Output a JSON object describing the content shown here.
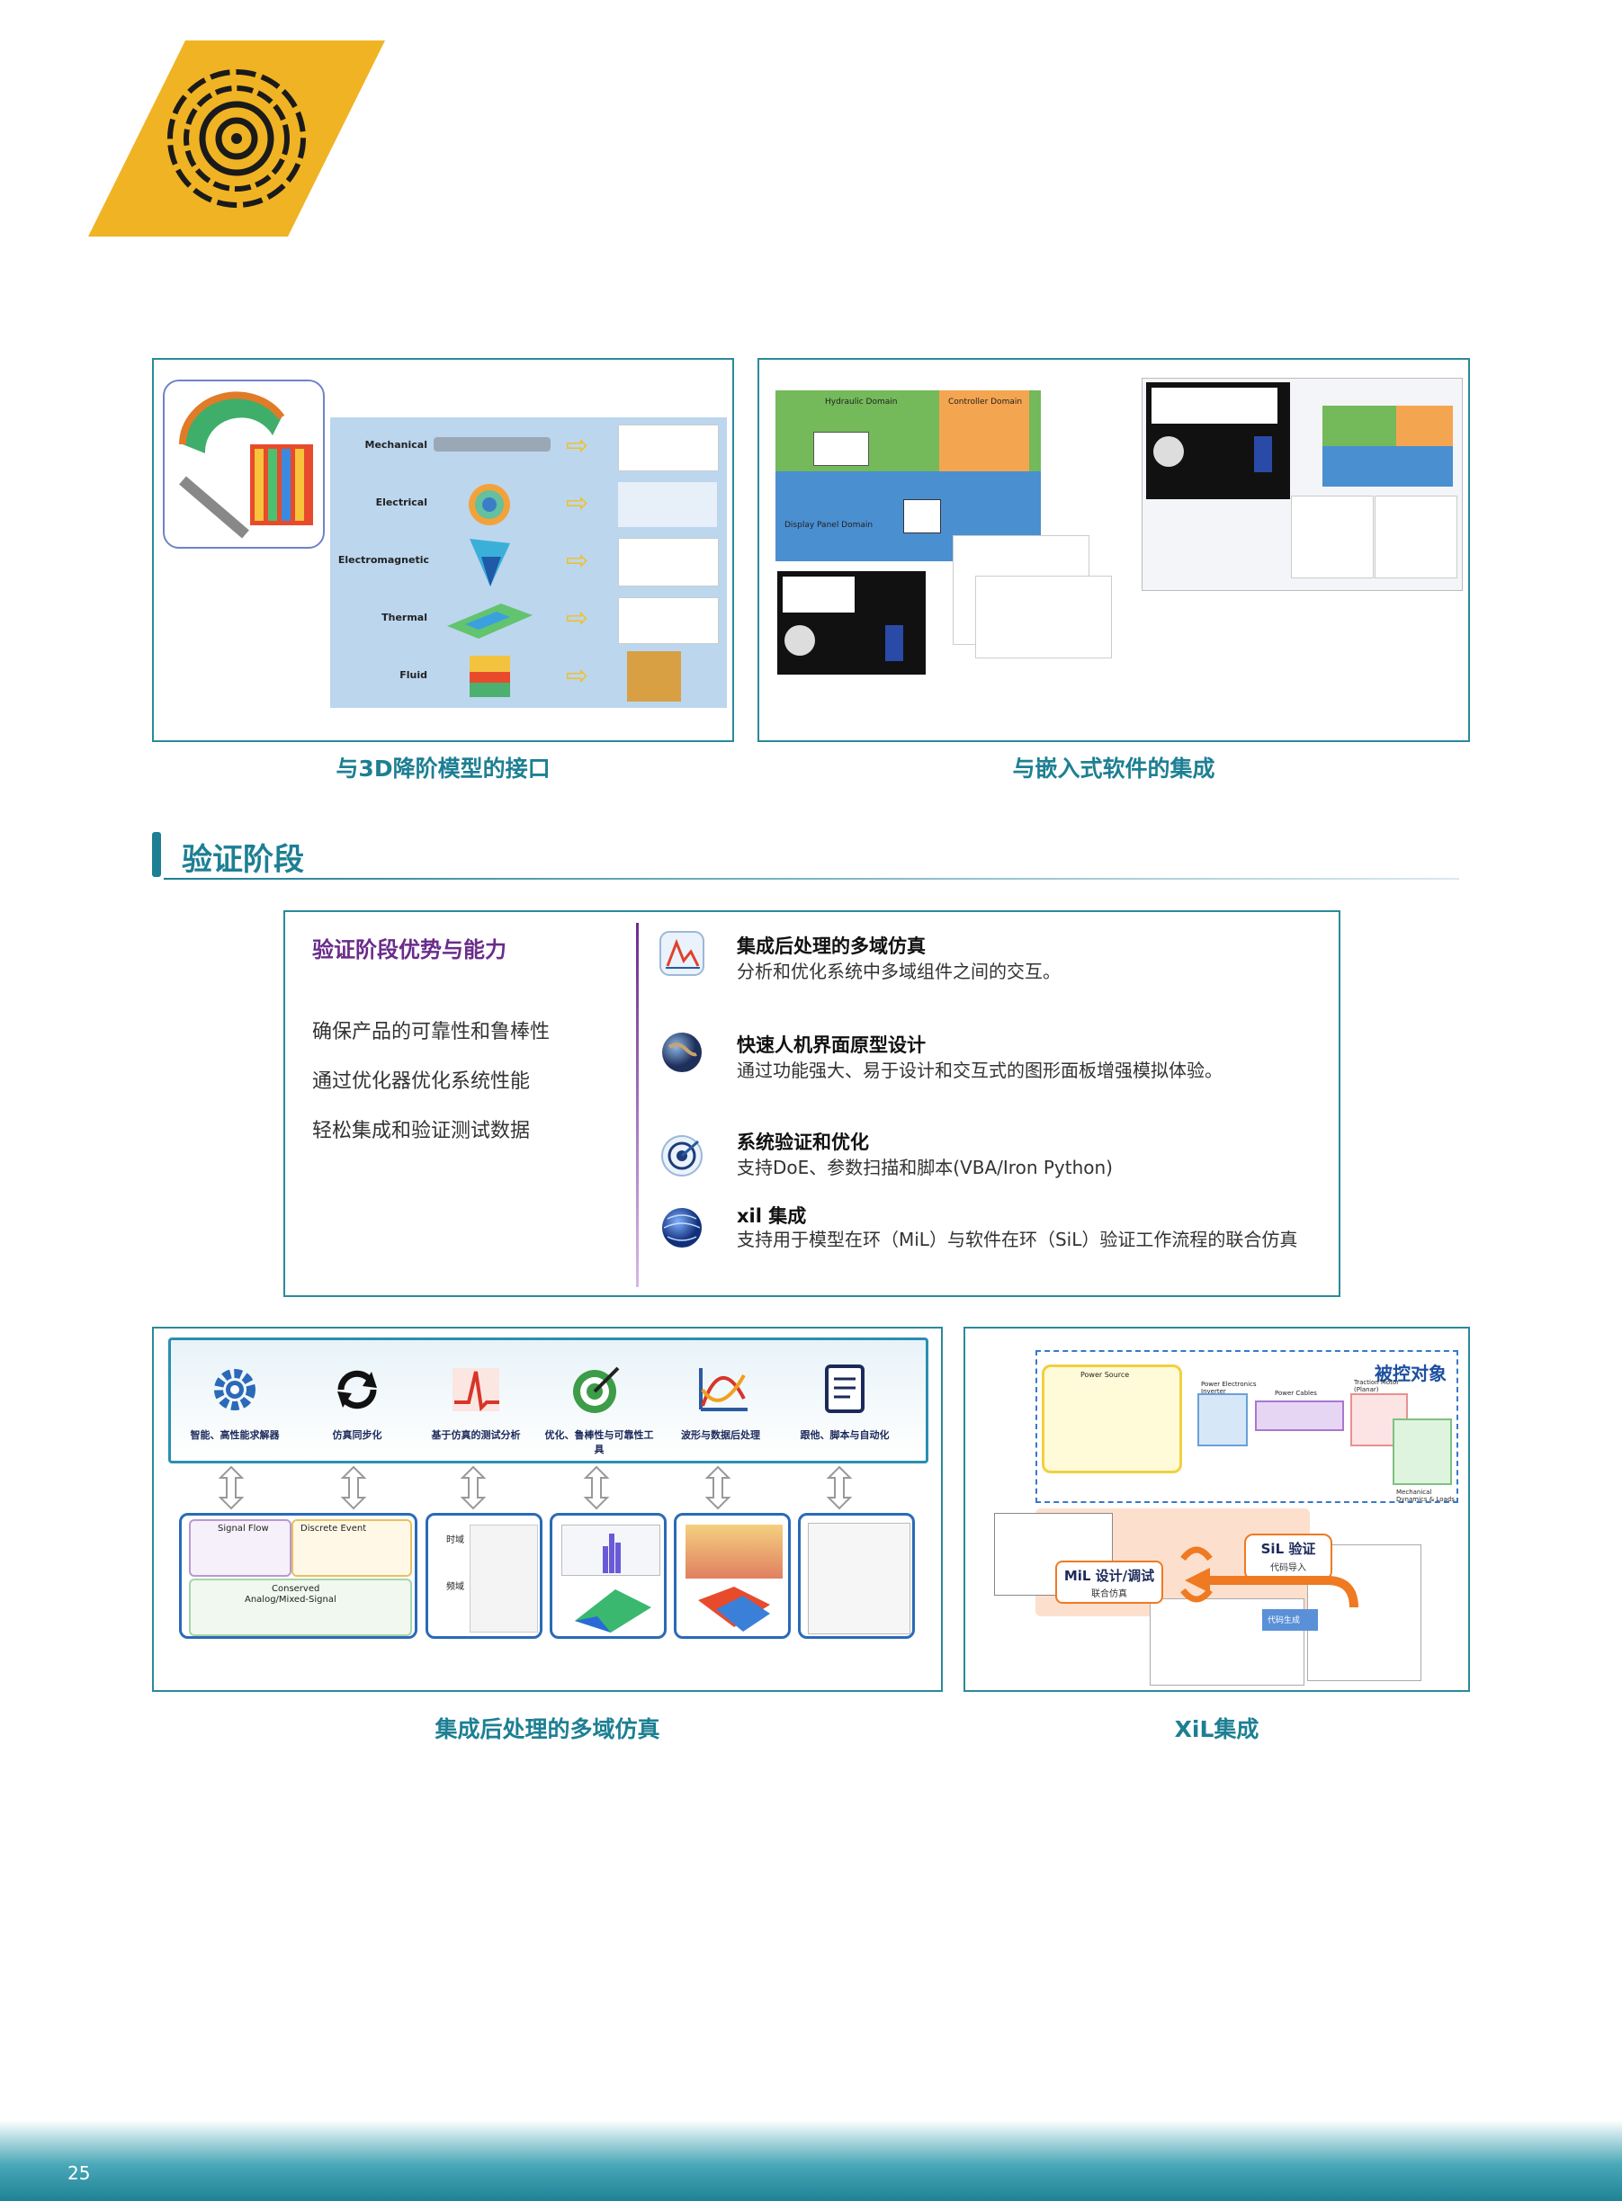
{
  "fig1": {
    "caption": "与3D降阶模型的接口",
    "rows": [
      {
        "label": "Mechanical"
      },
      {
        "label": "Electrical"
      },
      {
        "label": "Electromagnetic"
      },
      {
        "label": "Thermal"
      },
      {
        "label": "Fluid"
      }
    ]
  },
  "fig2": {
    "caption": "与嵌入式软件的集成",
    "hydraulic_domain": "Hydraulic Domain",
    "controller_domain": "Controller Domain",
    "display_panel_domain": "Display Panel Domain"
  },
  "section": {
    "title": "验证阶段"
  },
  "advantages": {
    "title": "验证阶段优势与能力",
    "items": [
      "确保产品的可靠性和鲁棒性",
      "通过优化器优化系统性能",
      "轻松集成和验证测试数据"
    ],
    "features": [
      {
        "icon": "waveform-icon",
        "title": "集成后处理的多域仿真",
        "desc": "分析和优化系统中多域组件之间的交互。"
      },
      {
        "icon": "globe-icon",
        "title": "快速人机界面原型设计",
        "desc": "通过功能强大、易于设计和交互式的图形面板增强模拟体验。"
      },
      {
        "icon": "target-icon",
        "title": "系统验证和优化",
        "desc": "支持DoE、参数扫描和脚本(VBA/Iron Python)"
      },
      {
        "icon": "sphere-icon",
        "title": "xil 集成",
        "desc": "支持用于模型在环（MiL）与软件在环（SiL）验证工作流程的联合仿真"
      }
    ]
  },
  "fig3": {
    "caption": "集成后处理的多域仿真",
    "top_icons": [
      {
        "icon": "gear-icon",
        "label": "智能、高性能求解器"
      },
      {
        "icon": "sync-icon",
        "label": "仿真同步化"
      },
      {
        "icon": "pulse-icon",
        "label": "基于仿真的测试分析"
      },
      {
        "icon": "target-icon",
        "label": "优化、鲁棒性与可靠性工具"
      },
      {
        "icon": "wave-chart-icon",
        "label": "波形与数据后处理"
      },
      {
        "icon": "script-icon",
        "label": "跟他、脚本与自动化"
      }
    ],
    "signal_flow": "Signal Flow",
    "discrete_event": "Discrete Event",
    "conserved": "Conserved",
    "analog_mixed": "Analog/Mixed-Signal",
    "time_domain": "时域",
    "freq_domain": "频域"
  },
  "fig4": {
    "caption": "XiL集成",
    "controlled_object": "被控对象",
    "power_source": "Power Source",
    "power_electronics": "Power Electronics Inverter",
    "power_cables": "Power Cables",
    "traction_motor": "Traction Motor (Planar)",
    "mechanical": "Mechanical Dynamics & Loads",
    "sil_title": "SiL 验证",
    "sil_sub": "代码导入",
    "mil_title": "MiL 设计/调试",
    "mil_sub": "联合仿真",
    "codegen": "代码生成"
  },
  "footer": {
    "page_number": "25"
  },
  "colors": {
    "teal": "#1d7f93",
    "gold": "#f0b323",
    "purple": "#6a2c8a",
    "frame": "#2a8a99"
  }
}
